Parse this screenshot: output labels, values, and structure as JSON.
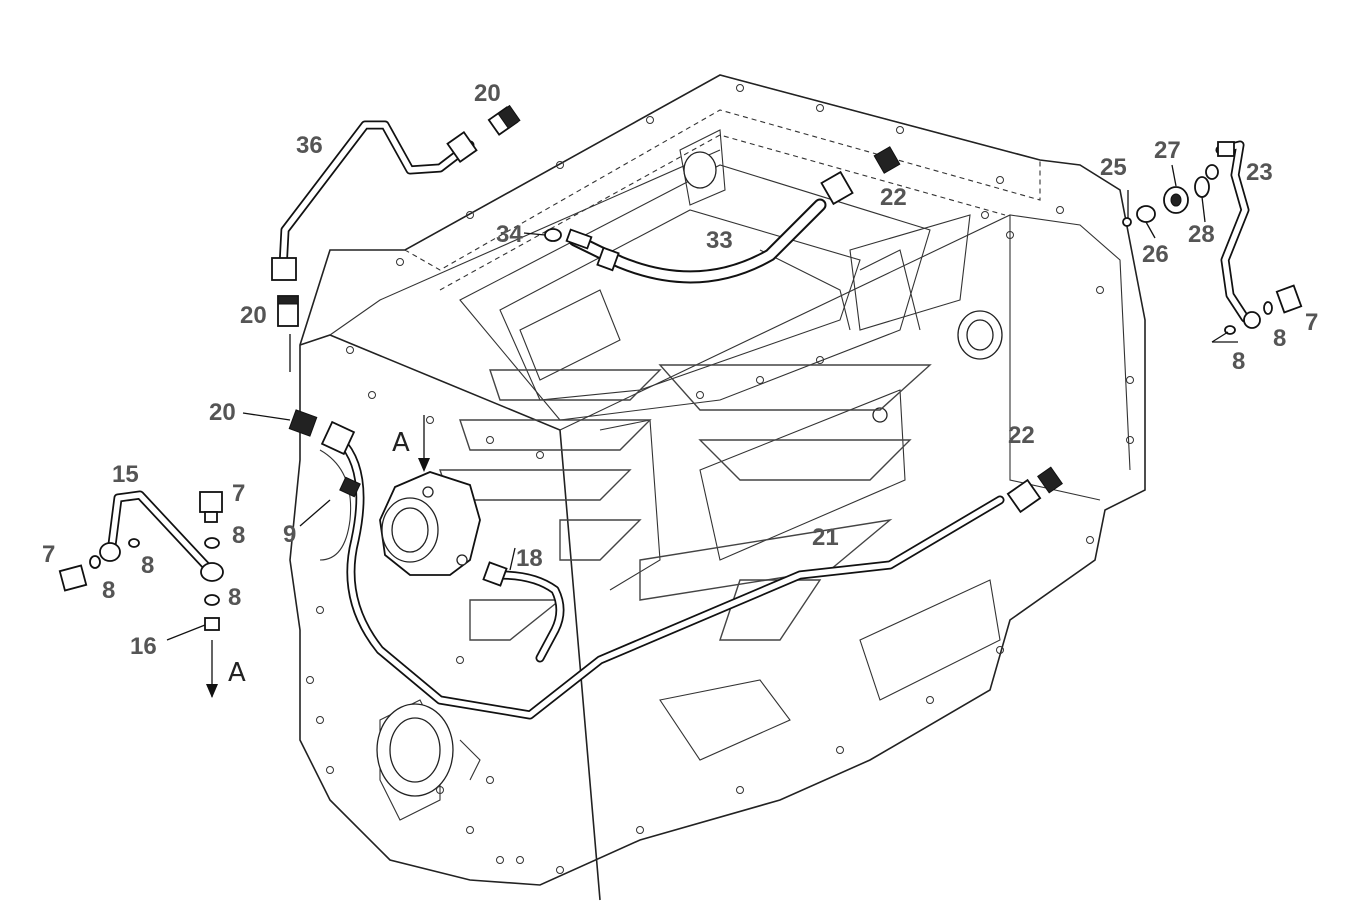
{
  "diagram": {
    "callouts": [
      {
        "label": "20"
      },
      {
        "label": "36"
      },
      {
        "label": "22"
      },
      {
        "label": "34"
      },
      {
        "label": "33"
      },
      {
        "label": "20"
      },
      {
        "label": "20"
      },
      {
        "label": "25"
      },
      {
        "label": "27"
      },
      {
        "label": "23"
      },
      {
        "label": "26"
      },
      {
        "label": "28"
      },
      {
        "label": "7"
      },
      {
        "label": "8"
      },
      {
        "label": "8"
      },
      {
        "label": "22"
      },
      {
        "label": "21"
      },
      {
        "label": "18"
      },
      {
        "label": "9"
      },
      {
        "label": "15"
      },
      {
        "label": "7"
      },
      {
        "label": "8"
      },
      {
        "label": "7"
      },
      {
        "label": "8"
      },
      {
        "label": "8"
      },
      {
        "label": "8"
      },
      {
        "label": "16"
      }
    ],
    "view_markers": [
      {
        "letter": "A"
      },
      {
        "letter": "A"
      }
    ]
  }
}
